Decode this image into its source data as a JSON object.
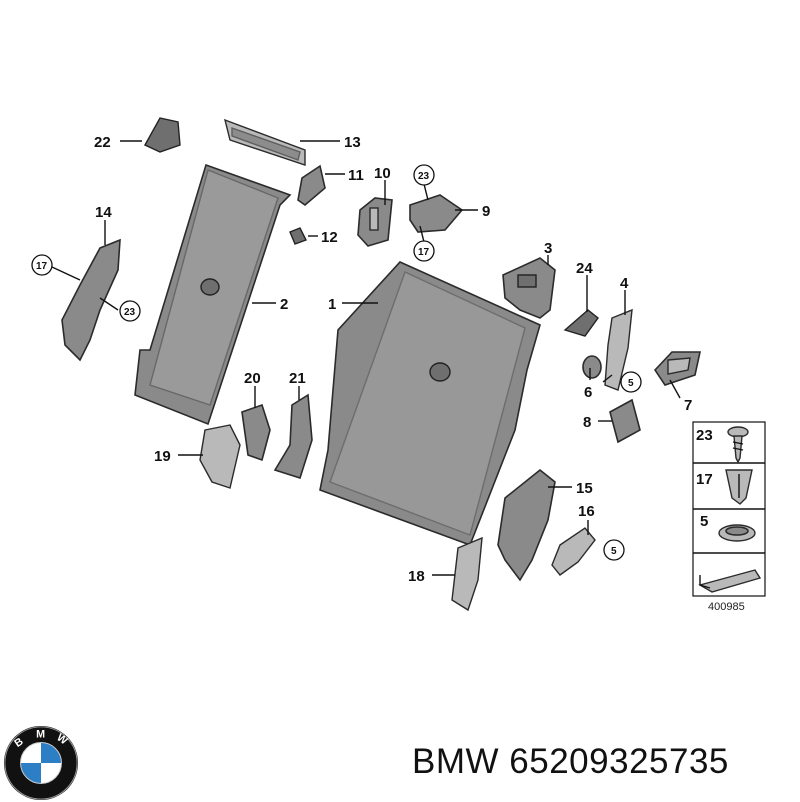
{
  "caption": {
    "brand": "BMW",
    "part_number": "65209325735"
  },
  "diagram": {
    "reference_number": "400985",
    "callouts": [
      "1",
      "2",
      "3",
      "4",
      "5",
      "6",
      "7",
      "8",
      "9",
      "10",
      "11",
      "12",
      "13",
      "14",
      "15",
      "16",
      "17",
      "18",
      "19",
      "20",
      "21",
      "22",
      "23",
      "24"
    ],
    "circled_callouts": [
      "17",
      "23",
      "5"
    ],
    "legend": [
      {
        "number": "23"
      },
      {
        "number": "17"
      },
      {
        "number": "5"
      }
    ]
  },
  "logo": {
    "text": "BMW",
    "colors": {
      "blue": "#2c7fc4",
      "white": "#ffffff",
      "black": "#111111"
    }
  }
}
